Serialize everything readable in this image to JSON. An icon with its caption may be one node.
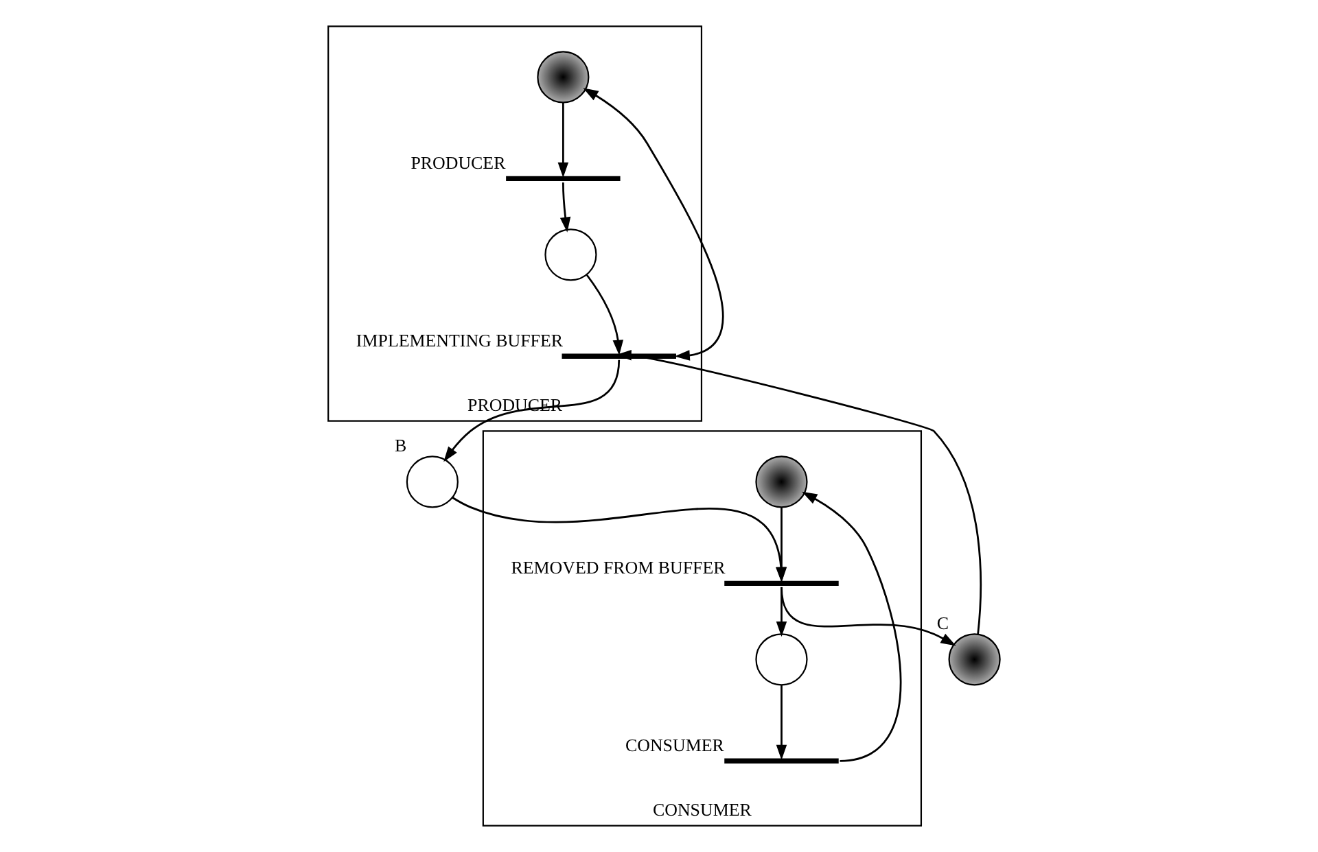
{
  "diagram": {
    "nodes": [
      {
        "text": [
          "PRODUCER"
        ]
      },
      {
        "text": [],
        "shape": "circle",
        "in": 0
      },
      {
        "text": [],
        "shape": "bar",
        "in": 0,
        "beside": [
          "PRODUCER"
        ]
      },
      {
        "text": [],
        "shape": "circle",
        "in": 0
      },
      {
        "text": [],
        "shape": "bar",
        "in": 0,
        "beside": [
          "IMPLEMENTING BUFFER"
        ]
      },
      {
        "text": [],
        "shape": "circle",
        "beside": [
          "B"
        ]
      },
      {
        "text": [],
        "shape": "circle",
        "beside": [
          "C"
        ]
      },
      {
        "text": [
          "CONSUMER"
        ]
      },
      {
        "text": [],
        "shape": "circle",
        "in": 7
      },
      {
        "text": [],
        "shape": "bar",
        "in": 7,
        "beside": [
          "REMOVED FROM BUFFER"
        ]
      },
      {
        "text": [],
        "shape": "circle",
        "in": 7
      },
      {
        "text": [],
        "shape": "bar",
        "in": 7,
        "beside": [
          "CONSUMER"
        ]
      }
    ],
    "edges": [
      {
        "from": 1,
        "to": 2,
        "arrow": "to"
      },
      {
        "from": 2,
        "to": 3,
        "arrow": "to"
      },
      {
        "from": 3,
        "to": 4,
        "arrow": "to"
      },
      {
        "from": 4,
        "to": 1,
        "arrow": "both"
      },
      {
        "from": 4,
        "to": 5,
        "arrow": "to"
      },
      {
        "from": 6,
        "to": 4,
        "arrow": "to"
      },
      {
        "from": 8,
        "to": 9,
        "arrow": "to"
      },
      {
        "from": 9,
        "to": 10,
        "arrow": "to"
      },
      {
        "from": 10,
        "to": 11,
        "arrow": "to"
      },
      {
        "from": 11,
        "to": 8,
        "arrow": "to"
      },
      {
        "from": 5,
        "to": 9,
        "arrow": "to"
      },
      {
        "from": 9,
        "to": 6,
        "arrow": "to"
      }
    ]
  }
}
